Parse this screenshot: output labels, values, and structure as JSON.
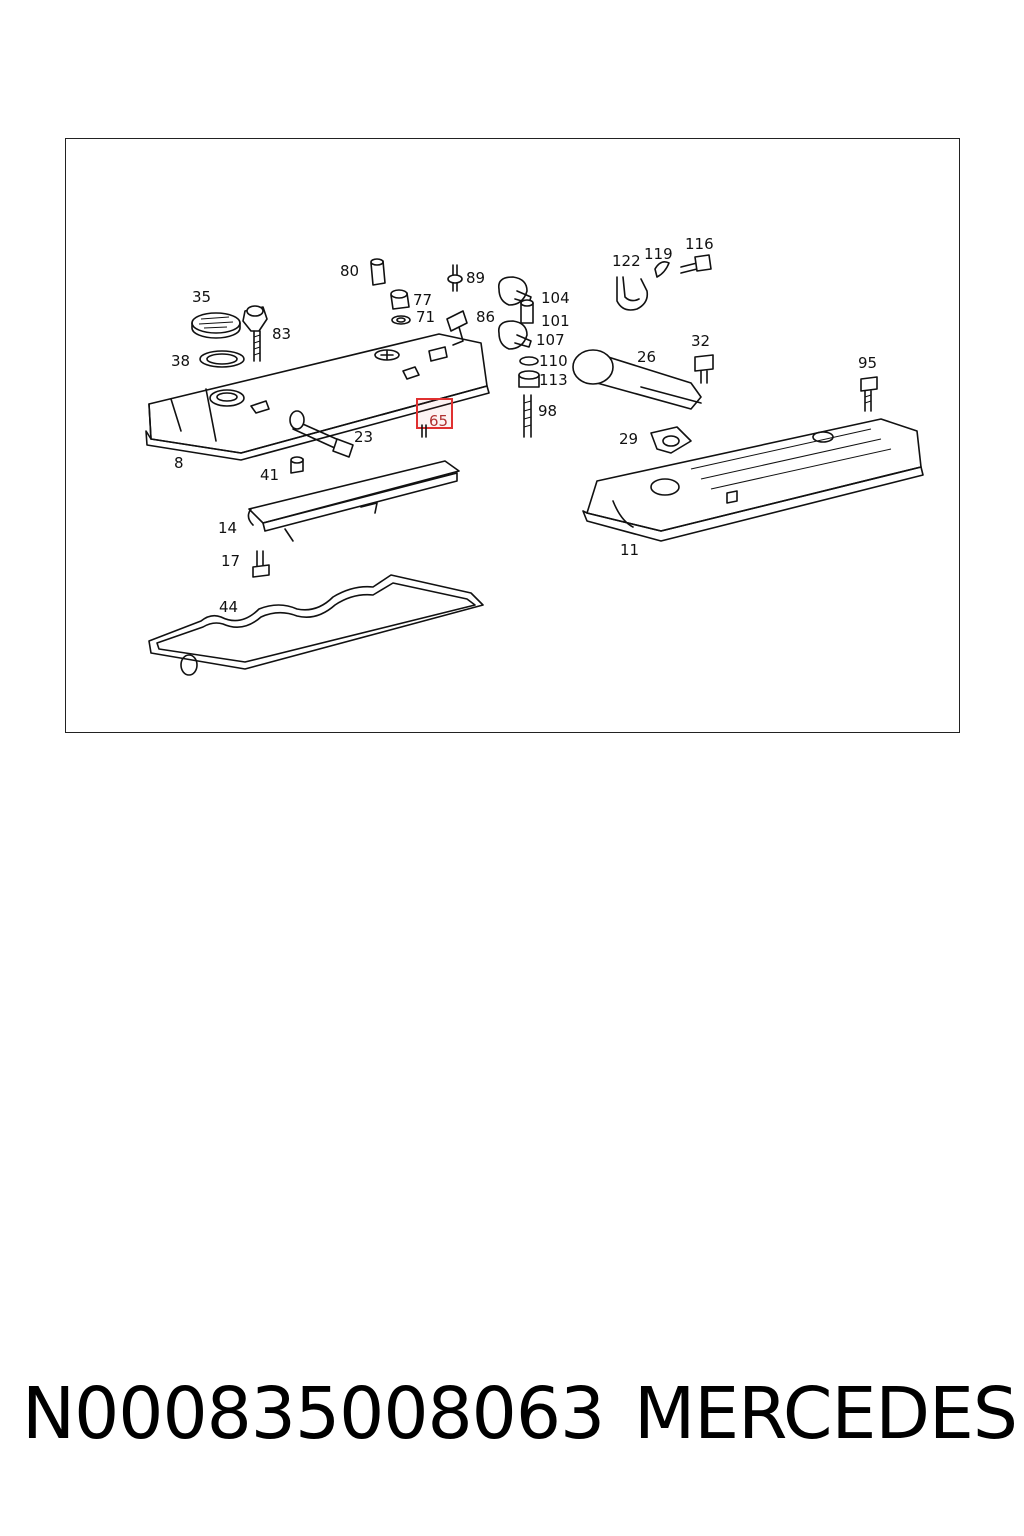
{
  "diagram": {
    "callouts": {
      "c80": "80",
      "c89": "89",
      "c122": "122",
      "c119": "119",
      "c116": "116",
      "c35": "35",
      "c83": "83",
      "c77": "77",
      "c71": "71",
      "c86": "86",
      "c104": "104",
      "c101": "101",
      "c107": "107",
      "c110": "110",
      "c113": "113",
      "c98": "98",
      "c26": "26",
      "c32": "32",
      "c95": "95",
      "c38": "38",
      "c65": "65",
      "c23": "23",
      "c8": "8",
      "c41": "41",
      "c29": "29",
      "c14": "14",
      "c17": "17",
      "c11": "11",
      "c44": "44"
    },
    "highlight_color": "#e03030"
  },
  "caption": {
    "part_number": "N000835008063",
    "brand": "MERCEDES"
  }
}
